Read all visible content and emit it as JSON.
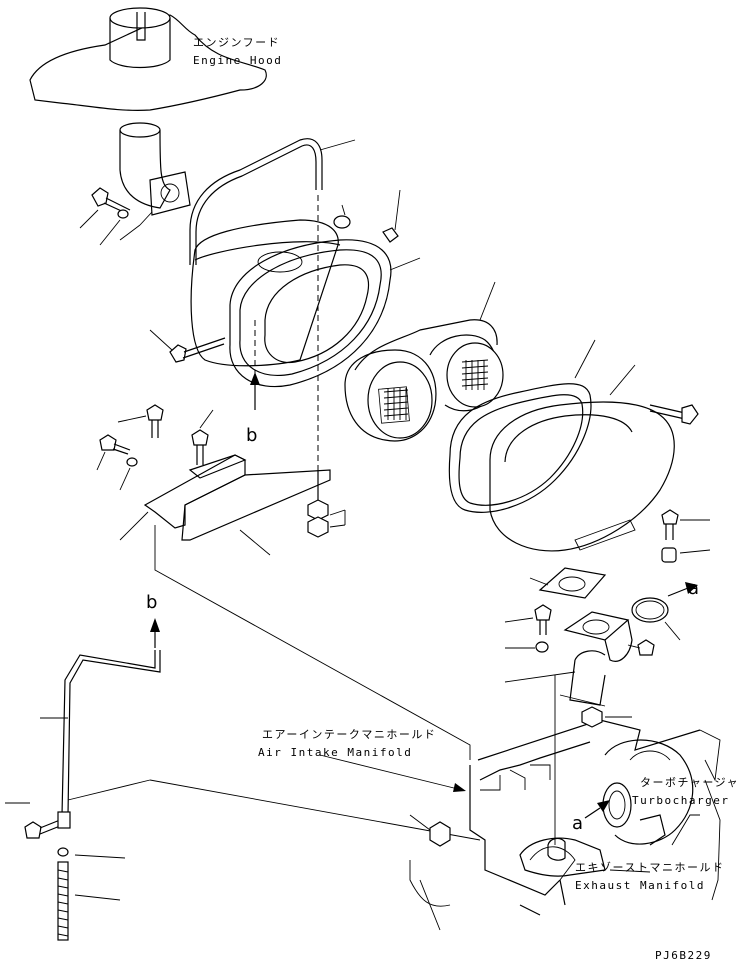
{
  "labels": {
    "engine_hood_jp": "エンジンフード",
    "engine_hood_en": "Engine Hood",
    "air_intake_jp": "エアーインテークマニホールド",
    "air_intake_en": "Air Intake Manifold",
    "turbo_jp": "ターボチャージャ",
    "turbo_en": "Turbocharger",
    "exhaust_jp": "エキゾーストマニホールド",
    "exhaust_en": "Exhaust Manifold",
    "ref_a1": "a",
    "ref_a2": "a",
    "ref_b1": "b",
    "ref_b2": "b",
    "drawing_code": "PJ6B229"
  }
}
